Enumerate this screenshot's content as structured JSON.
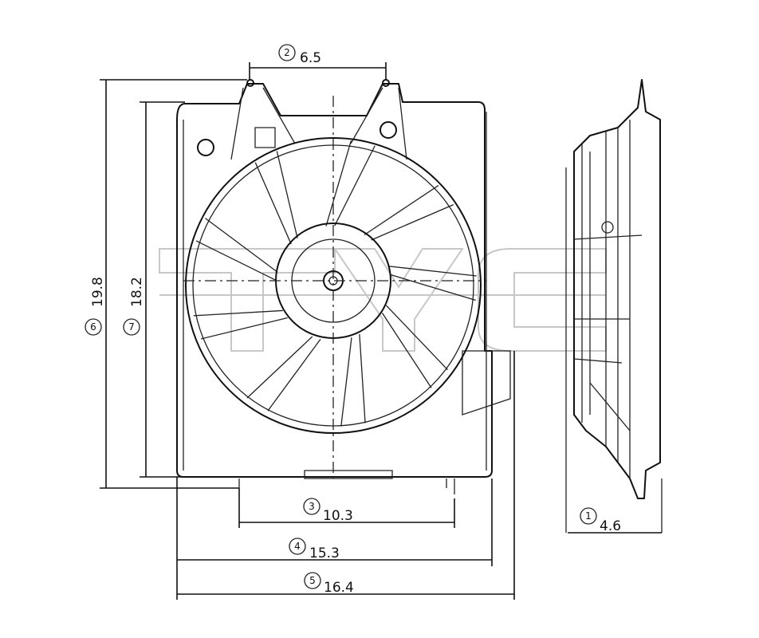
{
  "watermark_logo": "TYC",
  "dimensions": [
    {
      "id": "2",
      "value": "6.5"
    },
    {
      "id": "6",
      "value": "19.8"
    },
    {
      "id": "7",
      "value": "18.2"
    },
    {
      "id": "3",
      "value": "10.3"
    },
    {
      "id": "4",
      "value": "15.3"
    },
    {
      "id": "5",
      "value": "16.4"
    },
    {
      "id": "1",
      "value": "4.6"
    }
  ],
  "colors": {
    "line": "#111111",
    "watermark": "#9a9a9a",
    "background": "#ffffff"
  }
}
